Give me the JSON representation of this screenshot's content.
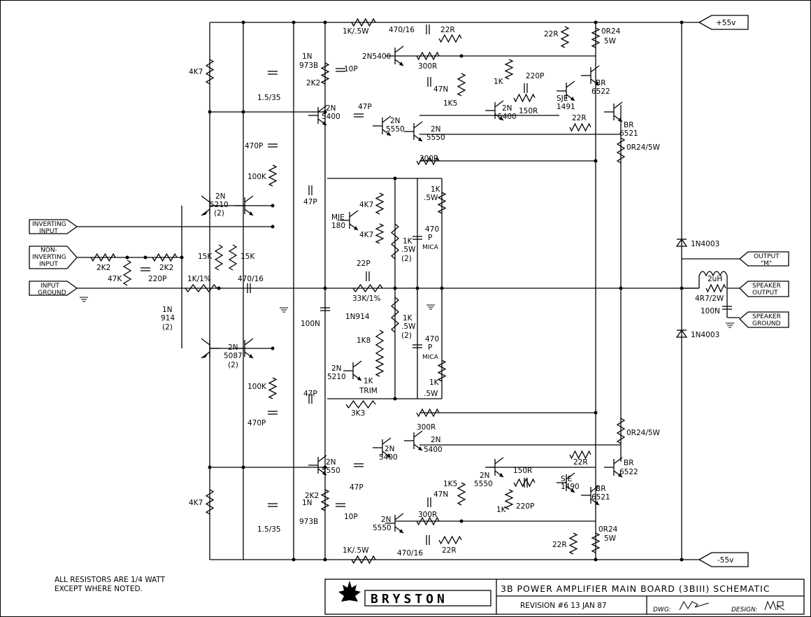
{
  "rails": {
    "pos": "+55v",
    "neg": "-55v"
  },
  "inputs": {
    "inverting": [
      "INVERTING",
      "INPUT"
    ],
    "noninverting": [
      "NON-",
      "INVERTING",
      "INPUT"
    ],
    "ground": [
      "INPUT",
      "GROUND"
    ]
  },
  "outputs": {
    "output_m": [
      "OUTPUT",
      "\"M\""
    ],
    "speaker_out": [
      "SPEAKER",
      "OUTPUT"
    ],
    "speaker_gnd": [
      "SPEAKER",
      "GROUND"
    ]
  },
  "labels": {
    "r_4k7": "4K7",
    "r_1k_5w": "1K/.5W",
    "c_470_16": "470/16",
    "r_22r": "22R",
    "r_0r24": "0R24",
    "w_5w": "5W",
    "q_2n5400_top": "2N5400",
    "z_1n": "1N",
    "z_973b": "973B",
    "r_2k2": "2K2",
    "c_10p": "10P",
    "c_1_5_35": "1.5/35",
    "r_300r": "300R",
    "c_47n": "47N",
    "r_1k": "1K",
    "r_1k5": "1K5",
    "c_220p": "220P",
    "q_sje": "SJE",
    "q_1491": "1491",
    "q_1490": "1490",
    "q_br": "BR",
    "q_6522": "6522",
    "q_6521": "6521",
    "r_150r": "150R",
    "q_2n": "2N",
    "q_5400": "5400",
    "q_5550": "5550",
    "q_5210": "5210",
    "q_5087": "5087",
    "n2": "(2)",
    "c_47p": "47P",
    "c_470p": "470P",
    "r_100k": "100K",
    "r_0r24_5w": "0R24/5W",
    "q_mje": "MJE",
    "q_180": "180",
    "r_1k_5": ".5W",
    "c_470": "470",
    "c_p": "P",
    "mica": "MICA",
    "r_2k2_in": "2K2",
    "r_47k": "47K",
    "r_15k": "15K",
    "r_1k_1pct": "1K/1%",
    "c_22p": "22P",
    "r_33k": "33K/1%",
    "d_914": "914",
    "c_100n": "100N",
    "d_1n914": "1N914",
    "r_1k8": "1K8",
    "trim": "TRIM",
    "r_3k3": "3K3",
    "d_1n4003": "1N4003",
    "l_2uh": "2uH",
    "r_4r7": "4R7/2W"
  },
  "notes": [
    "ALL RESISTORS ARE 1/4 WATT",
    "EXCEPT WHERE NOTED."
  ],
  "title_block": {
    "brand": "BRYSTON",
    "title": "3B POWER AMPLIFIER MAIN BOARD (3BIII) SCHEMATIC",
    "revision": "REVISION #6   13 JAN 87",
    "dwg_label": "DWG:",
    "design_label": "DESIGN:"
  }
}
